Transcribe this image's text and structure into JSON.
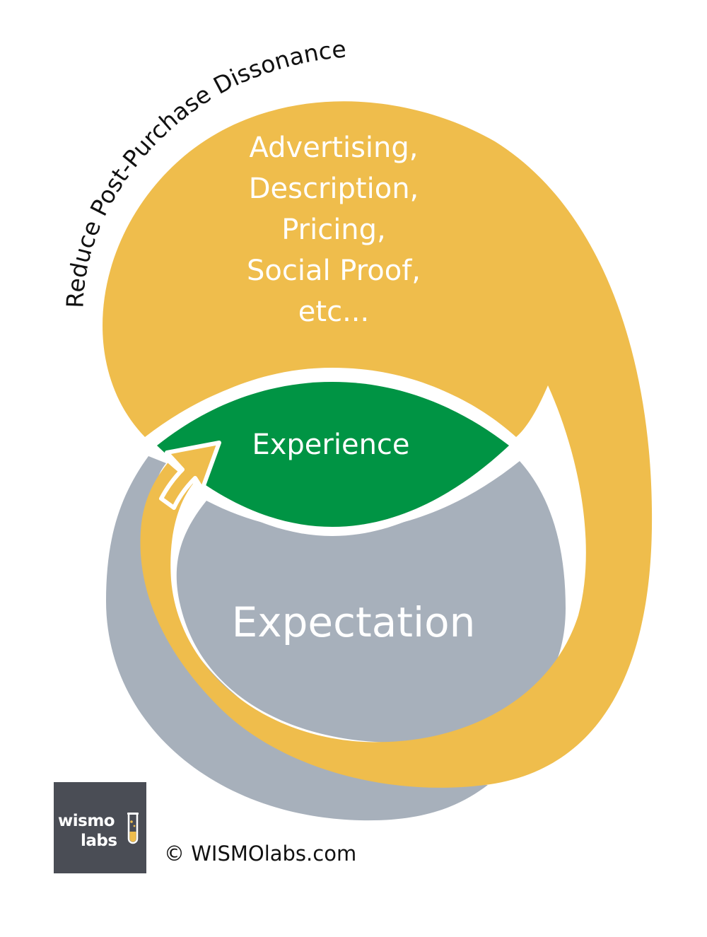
{
  "diagram": {
    "arc_label": "Reduce Post-Purchase Dissonance",
    "drivers": [
      "Advertising,",
      "Description,",
      "Pricing,",
      "Social Proof,",
      "etc..."
    ],
    "experience_label": "Experience",
    "expectation_label": "Expectation",
    "colors": {
      "yellow": "#efbd4c",
      "green": "#009444",
      "gray": "#a7b0bb",
      "logo_bg": "#4a4d55"
    }
  },
  "logo": {
    "line1": "wismo",
    "line2": "labs"
  },
  "copyright": "© WISMOlabs.com"
}
